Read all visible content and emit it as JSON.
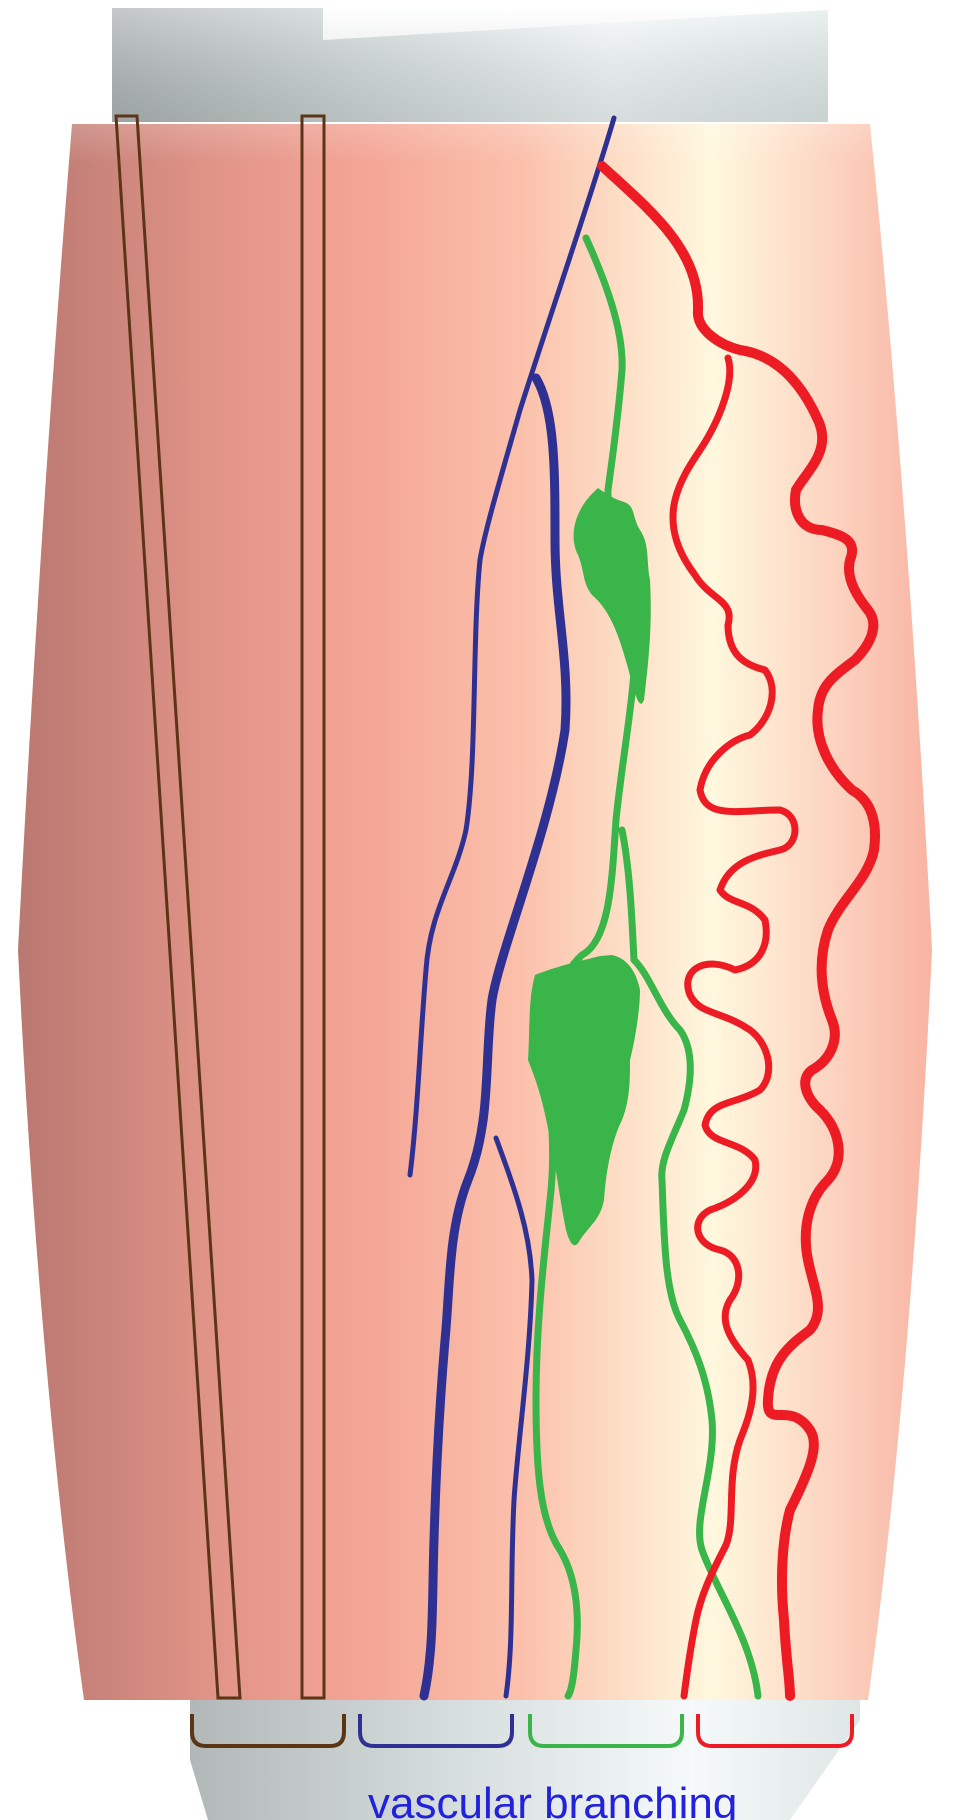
{
  "caption": "vascular branching",
  "colors": {
    "tissue_dark": "#c27a72",
    "tissue_mid": "#f9a99a",
    "tissue_light": "#fff7dc",
    "cap_light": "#f2f7f7",
    "cap_dark": "#a5acac",
    "brown": "#5c3516",
    "blue": "#2e3192",
    "green": "#39b54a",
    "red": "#ed1c24",
    "caption": "#2222dd"
  },
  "brackets": [
    {
      "name": "brown-bracket",
      "color": "brown"
    },
    {
      "name": "blue-bracket",
      "color": "blue"
    },
    {
      "name": "green-bracket",
      "color": "green"
    },
    {
      "name": "red-bracket",
      "color": "red"
    }
  ]
}
